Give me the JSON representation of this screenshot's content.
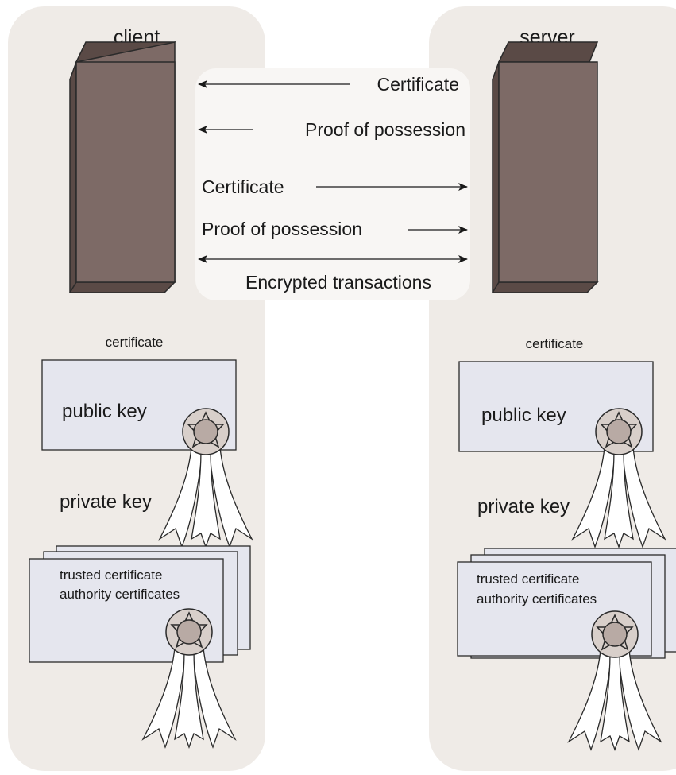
{
  "colors": {
    "panel": "#efebe7",
    "tower_face": "#7d6a66",
    "tower_edge": "#5a4a46",
    "msg_bg": "#f8f6f4",
    "card_bg": "#e5e6ee",
    "seal_outer": "#d8cfca",
    "seal_inner": "#b8aaa4"
  },
  "client": {
    "title": "client",
    "certificate_label": "certificate",
    "public_key": "public key",
    "private_key": "private key",
    "trusted_line1": "trusted certificate",
    "trusted_line2": "authority certificates"
  },
  "server": {
    "title": "server",
    "certificate_label": "certificate",
    "public_key": "public key",
    "private_key": "private key",
    "trusted_line1": "trusted certificate",
    "trusted_line2": "authority certificates"
  },
  "messages": {
    "m1": "Certificate",
    "m2": "Proof of possession",
    "m3": "Certificate",
    "m4": "Proof of possession",
    "m5": "Encrypted transactions"
  }
}
